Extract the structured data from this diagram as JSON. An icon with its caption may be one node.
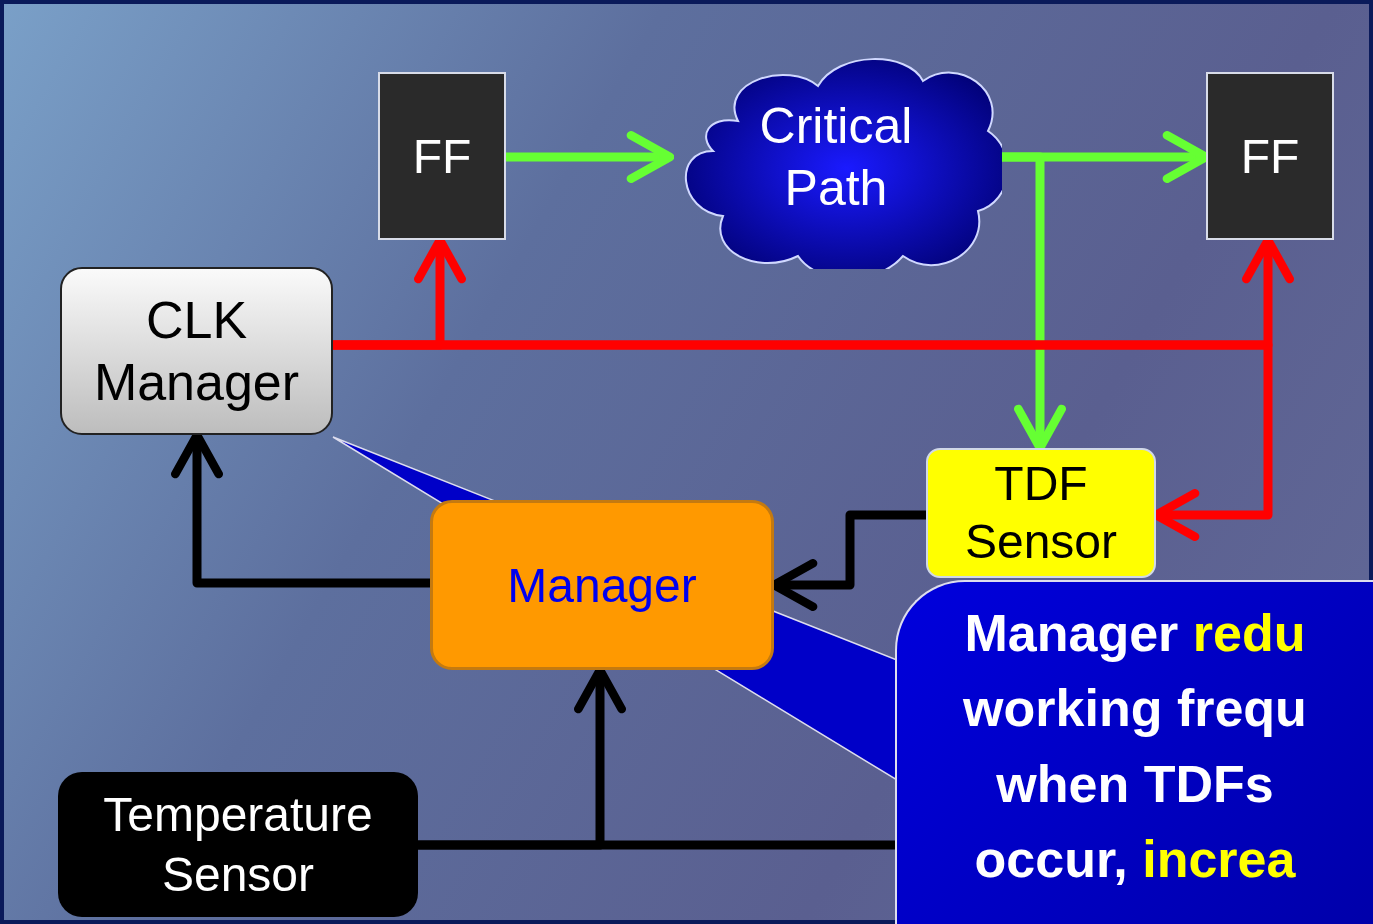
{
  "diagram": {
    "nodes": [
      {
        "text": [
          "FF"
        ]
      },
      {
        "text": [
          "Critical Path"
        ]
      },
      {
        "text": [
          "FF"
        ]
      },
      {
        "text": [
          "CLK Manager"
        ]
      },
      {
        "text": [
          "TDF Sensor"
        ]
      },
      {
        "text": [
          "Manager"
        ]
      },
      {
        "text": [
          "Temperature Sensor"
        ]
      },
      {
        "text": [
          "Manager *redu* working frequ when TDFs occur, *increa*"
        ]
      }
    ],
    "edges": [
      {
        "from": 0,
        "to": 1,
        "arrow": "to",
        "color": "#66ff33"
      },
      {
        "from": 1,
        "to": 2,
        "arrow": "to",
        "color": "#66ff33"
      },
      {
        "from": 1,
        "to": 4,
        "arrow": "to",
        "color": "#66ff33"
      },
      {
        "from": 3,
        "to": 0,
        "arrow": "to",
        "color": "#ff0000"
      },
      {
        "from": 3,
        "to": 2,
        "arrow": "to",
        "color": "#ff0000"
      },
      {
        "from": 3,
        "to": 4,
        "arrow": "to",
        "color": "#ff0000"
      },
      {
        "from": 4,
        "to": 5,
        "arrow": "to"
      },
      {
        "from": 5,
        "to": 3,
        "arrow": "to"
      },
      {
        "from": 6,
        "to": 5,
        "arrow": "to"
      },
      {
        "from": 6,
        "to": 7,
        "arrow": "none"
      }
    ]
  }
}
